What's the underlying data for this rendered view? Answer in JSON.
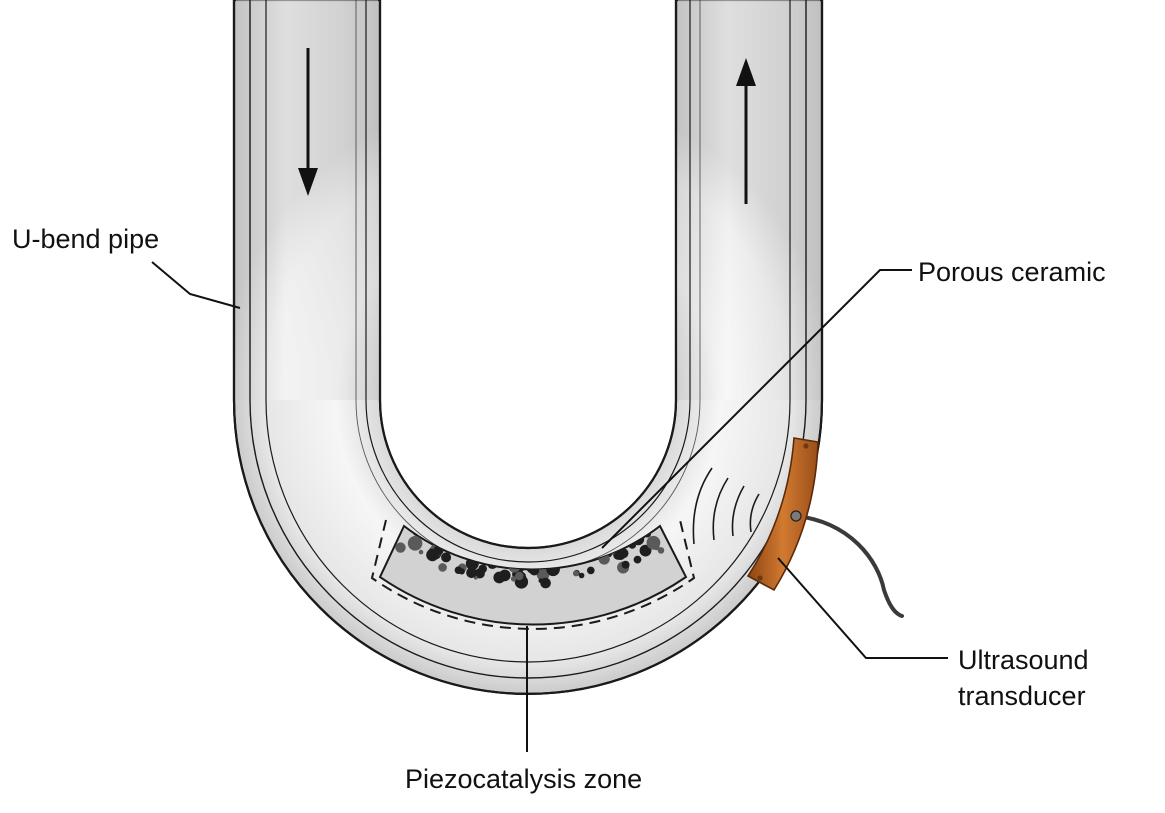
{
  "labels": {
    "u_bend_pipe": "U-bend pipe",
    "porous_ceramic": "Porous ceramic",
    "ultrasound_transducer_line1": "Ultrasound",
    "ultrasound_transducer_line2": "transducer",
    "piezocatalysis_zone": "Piezocatalysis zone"
  },
  "colors": {
    "pipe_fill": "#e4e4e4",
    "pipe_highlight": "#f9f9f9",
    "outline": "#1a1a1a",
    "ceramic_fill": "#d2d2d2",
    "ceramic_pore": "#1e1e1e",
    "transducer_fill": "#c06a24",
    "cable": "#3a3a3a",
    "leader_line": "#111111"
  },
  "flow_arrows": [
    "down",
    "up"
  ]
}
